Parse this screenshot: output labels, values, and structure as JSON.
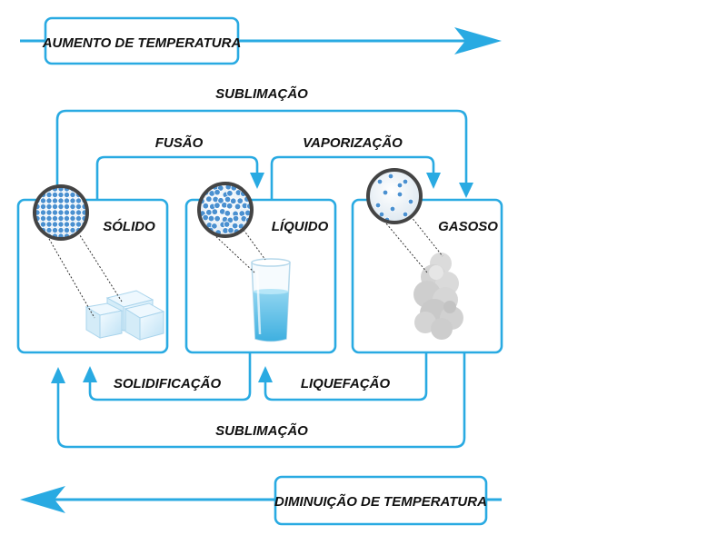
{
  "banners": {
    "increase": "AUMENTO DE TEMPERATURA",
    "decrease": "DIMINUIÇÃO DE TEMPERATURA"
  },
  "states": {
    "solid": "SÓLIDO",
    "liquid": "LÍQUIDO",
    "gas": "GASOSO"
  },
  "transitions": {
    "sublimation_top": "SUBLIMAÇÃO",
    "fusion": "FUSÃO",
    "vaporization": "VAPORIZAÇÃO",
    "solidification": "SOLIDIFICAÇÃO",
    "liquefaction": "LIQUEFAÇÃO",
    "sublimation_bottom": "SUBLIMAÇÃO"
  },
  "colors": {
    "accent": "#29aae2",
    "particle": "#4a90d0",
    "magnifier_rim": "#444444"
  }
}
